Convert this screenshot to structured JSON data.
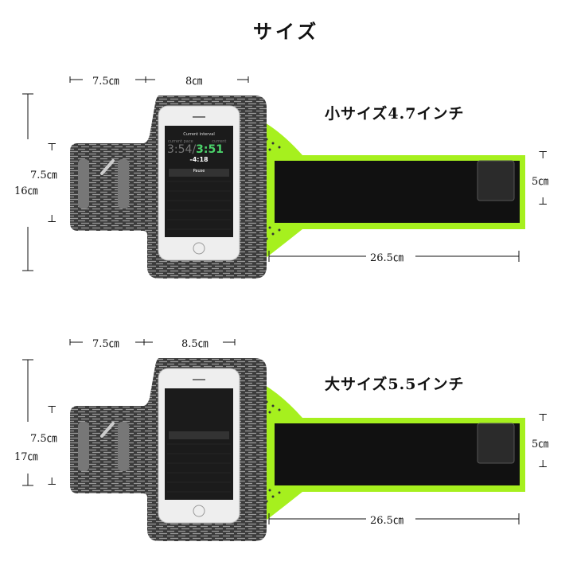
{
  "title": "サイズ",
  "colors": {
    "strap_green": "#a6f01e",
    "body_gray": "#4a4a4a",
    "strap_black": "#111111"
  },
  "phone_screen": {
    "header": "Current interval",
    "pace_label": "current pace",
    "current_label": "current",
    "pace": "3:54",
    "separator": "/",
    "current": "3:51",
    "delta": "-4:18",
    "button": "Pause"
  },
  "small": {
    "label": "小サイズ4.7インチ",
    "top_left_width": "7.5㎝",
    "top_right_width": "8㎝",
    "tab_height": "7.5㎝",
    "total_height": "16㎝",
    "strap_width": "5㎝",
    "strap_length": "26.5㎝"
  },
  "large": {
    "label": "大サイズ5.5インチ",
    "top_left_width": "7.5㎝",
    "top_right_width": "8.5㎝",
    "tab_height": "7.5㎝",
    "total_height": "17㎝",
    "strap_width": "5㎝",
    "strap_length": "26.5㎝"
  }
}
